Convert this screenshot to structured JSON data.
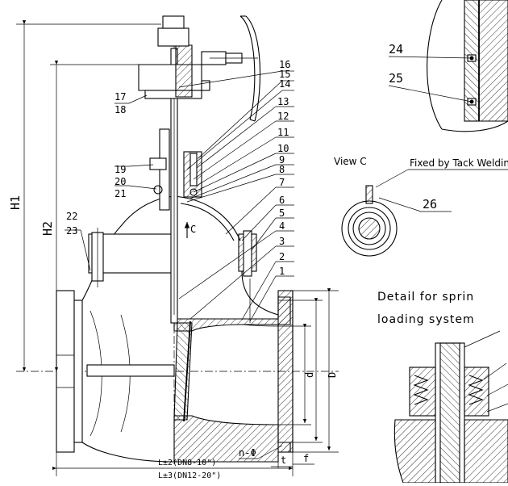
{
  "callouts": [
    "1",
    "2",
    "3",
    "4",
    "5",
    "6",
    "7",
    "8",
    "9",
    "10",
    "11",
    "12",
    "13",
    "14",
    "15",
    "16",
    "17",
    "18",
    "19",
    "20",
    "21",
    "22",
    "23",
    "24",
    "25",
    "26"
  ],
  "dimensions": {
    "h1": "H1",
    "h2": "H2",
    "l2": "L±2(DN8-10\")",
    "l3": "L±3(DN12-20\")",
    "n_phi": "n-Φ",
    "t": "t",
    "f": "f",
    "c": "C",
    "d": "d",
    "D": "D"
  },
  "views": {
    "view_c": "View C",
    "tack_weld": "Fixed by Tack Welding",
    "detail_line1": "Detail for sprin",
    "detail_line2": "loading system"
  },
  "icons": [
    "view-arrow-icon"
  ]
}
